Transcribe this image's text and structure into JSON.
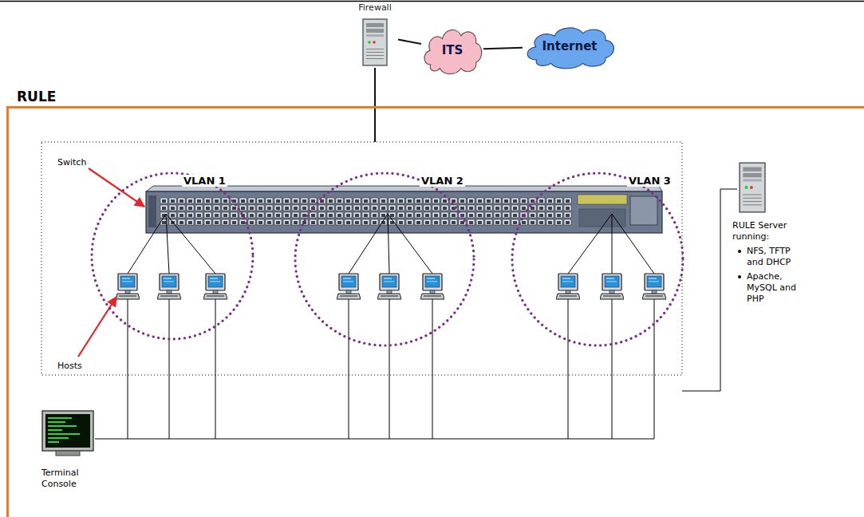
{
  "diagram": {
    "nodes": [
      {
        "text": [
          "Firewall"
        ]
      },
      {
        "text": [
          "ITS"
        ]
      },
      {
        "text": [
          "Internet"
        ]
      },
      {
        "text": [
          "RULE"
        ]
      },
      {
        "text": [
          "VLAN 1"
        ],
        "in": 3
      },
      {
        "text": [
          "VLAN 2"
        ],
        "in": 3
      },
      {
        "text": [
          "VLAN 3"
        ],
        "in": 3
      },
      {
        "text": [
          "RULE Server running:",
          "NFS, TFTP and DHCP",
          "Apache, MySQL and PHP"
        ],
        "in": 3
      },
      {
        "text": [
          "Terminal Console"
        ],
        "in": 3
      }
    ],
    "edges": [
      {
        "from": 0,
        "to": 1,
        "arrow": "none"
      },
      {
        "from": 1,
        "to": 2,
        "arrow": "none"
      },
      {
        "from": 0,
        "to": 3,
        "arrow": "none"
      }
    ],
    "labels": [
      "Switch",
      "Hosts"
    ]
  }
}
